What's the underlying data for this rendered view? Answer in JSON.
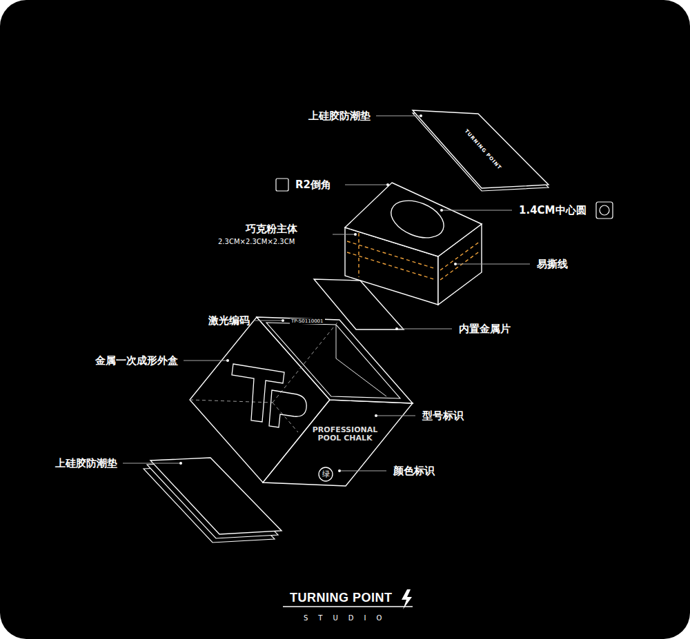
{
  "diagram": {
    "labels": [
      "上硅胶防潮垫",
      "TURNING POINT",
      "R2倒角",
      "1.4CM中心圆",
      "巧克粉主体",
      "2.3CM×2.3CM×2.3CM",
      "易撕线",
      "内置金属片",
      "激光编码",
      "TP-S0110001",
      "金属一次成形外盒",
      "PROFESSIONAL POOL CHALK",
      "型号标识",
      "绿",
      "颜色标识",
      "上硅胶防潮垫",
      "TURNING POINT",
      "STUDIO"
    ]
  }
}
